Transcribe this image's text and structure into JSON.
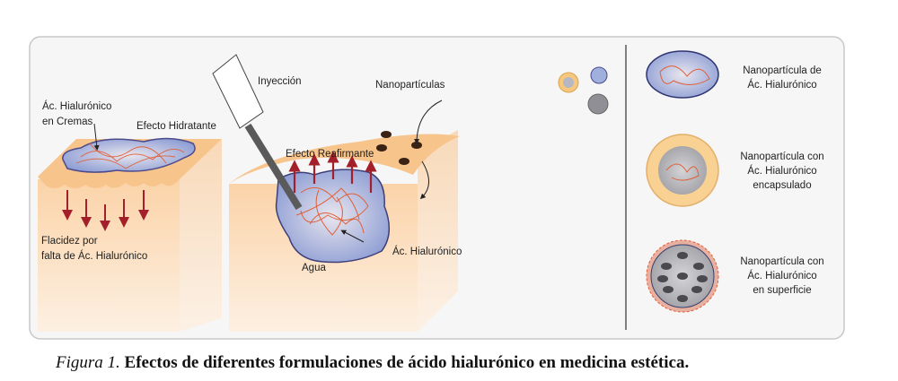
{
  "figure": {
    "left_panel": {
      "cream_label_1": "Ác. Hialurónico",
      "cream_label_2": "en Cremas",
      "effect_label": "Efecto Hidratante",
      "flaccidity_label_1": "Flacidez por",
      "flaccidity_label_2": "falta de Ác. Hialurónico"
    },
    "middle_panel": {
      "injection_label": "Inyección",
      "nanoparticles_label": "Nanopartículas",
      "firming_label": "Efecto Reafirmante",
      "ha_label": "Ác. Hialurónico",
      "water_label": "Agua"
    },
    "legend": [
      {
        "lines": [
          "Nanopartícula de",
          "Ác. Hialurónico"
        ]
      },
      {
        "lines": [
          "Nanopartícula con",
          "Ác. Hialurónico",
          "encapsulado"
        ]
      },
      {
        "lines": [
          "Nanopartícula con",
          "Ác. Hialurónico",
          "en superficie"
        ]
      }
    ],
    "colors": {
      "skin": "#f9c98f",
      "gel": "#8f9fd0",
      "fiber": "#e0603a",
      "arrow": "#a3202a"
    }
  },
  "caption": {
    "prefix": "Figura 1.",
    "text": " Efectos de diferentes formulaciones de ácido hialurónico en medicina estética."
  }
}
